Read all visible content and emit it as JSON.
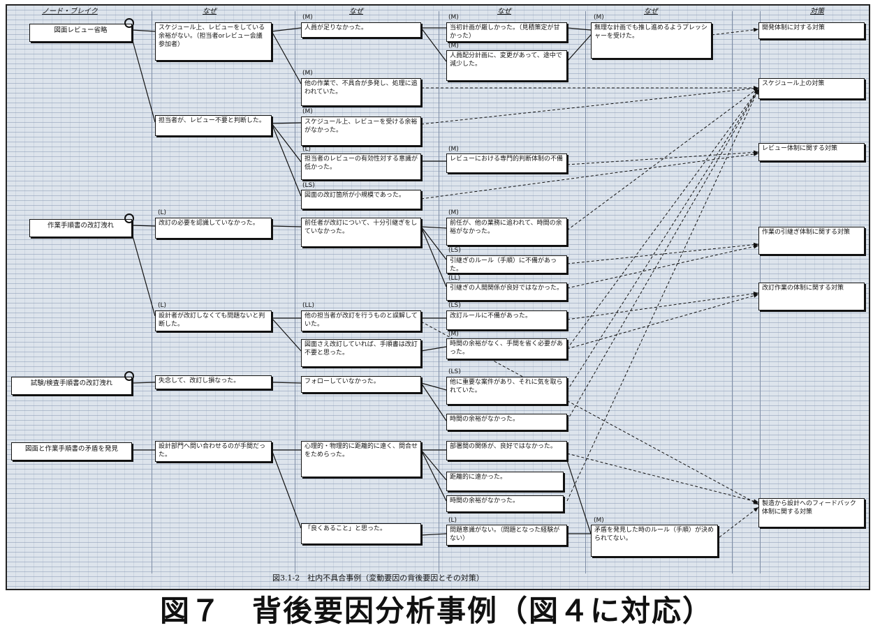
{
  "headers": {
    "col0": "ノード・ブレイク",
    "col1": "なぜ",
    "col2": "なぜ",
    "col3": "なぜ",
    "col4": "なぜ",
    "col5": "対策"
  },
  "nodes": {
    "n1": "図面レビュー省略",
    "n2": "作業手順書の改訂洩れ",
    "n3": "試験/検査手順書の改訂洩れ",
    "n4": "図面と作業手順書の矛盾を発見"
  },
  "boxes": {
    "a1": "スケジュール上、レビューをしている余裕がない。（担当者orレビュー会議参加者）",
    "a2": "担当者が、レビュー不要と判断した。",
    "a3": "改訂の必要を認識していなかった。",
    "a4": "設計者が改訂しなくても問題ないと判断した。",
    "a5": "失念して、改訂し損なった。",
    "a6": "設計部門へ問い合わせるのが手間だった。",
    "b1": "人員が足りなかった。",
    "b2": "他の作業で、不具合が多発し、処理に追われていた。",
    "b3": "スケジュール上、レビューを受ける余裕がなかった。",
    "b4": "担当者のレビューの有効性対する意識が低かった。",
    "b5": "図面の改訂箇所が小規模であった。",
    "b6": "前任者が改訂について、十分引継ぎをしていなかった。",
    "b7": "他の担当者が改訂を行うものと誤解していた。",
    "b8": "図面さえ改訂していれば、手順書は改訂不要と思った。",
    "b9": "フォローしていなかった。",
    "b10": "心理的・物理的に距離的に遠く、問合せをためらった。",
    "b11": "「良くあること」と思った。",
    "c1": "当初計画が厳しかった。（見積策定が甘かった）",
    "c2": "人員配分計画に、変更があって、途中で減少した。",
    "c3": "レビューにおける専門的判断体制の不備",
    "c4": "前任が、他の業務に追われて、時間の余裕がなかった。",
    "c5": "引継ぎのルール（手順）に不備があった。",
    "c6": "引継ぎの人間関係が良好ではなかった。",
    "c7": "改訂ルールに不備があった。",
    "c8": "時間の余裕がなく、手間を省く必要があった。",
    "c9": "他に重要な案件があり、それに気を取られていた。",
    "c10": "時間の余裕がなかった。",
    "c11": "部署間の関係が、良好ではなかった。",
    "c12": "距離的に遠かった。",
    "c13": "時間の余裕がなかった。",
    "c14": "問題意識がない。（問題となった経験がない）",
    "d1": "無理な計画でも推し進めるようプレッシャーを受けた。",
    "d2": "矛盾を発見した時のルール（手順）が決められてない。"
  },
  "measures": {
    "m1": "開発体制に対する対策",
    "m2": "スケジュール上の対策",
    "m3": "レビュー体制に関する対策",
    "m4": "作業の引継ぎ体制に関する対策",
    "m5": "改訂作業の体制に関する対策",
    "m6": "製造から設計へのフィードバック体制に関する対策"
  },
  "tags": {
    "t_a3": "(L)",
    "t_a4": "(L)",
    "t_b1": "(M)",
    "t_b2": "(M)",
    "t_b3": "(M)",
    "t_b4": "(L)",
    "t_b5": "(LS)",
    "t_b7": "(LL)",
    "t_c1": "(M)",
    "t_c2": "(M)",
    "t_c3": "(M)",
    "t_c4": "(M)",
    "t_c5": "(LS)",
    "t_c6": "(LL)",
    "t_c7": "(LS)",
    "t_c8": "(M)",
    "t_c9": "(LS)",
    "t_c14": "(L)",
    "t_d1": "(M)",
    "t_d2": "(M)"
  },
  "caption": "図3.1-2　社内不具合事例（変動要因の背後要因とその対策）",
  "title": "図７　背後要因分析事例（図４に対応）"
}
